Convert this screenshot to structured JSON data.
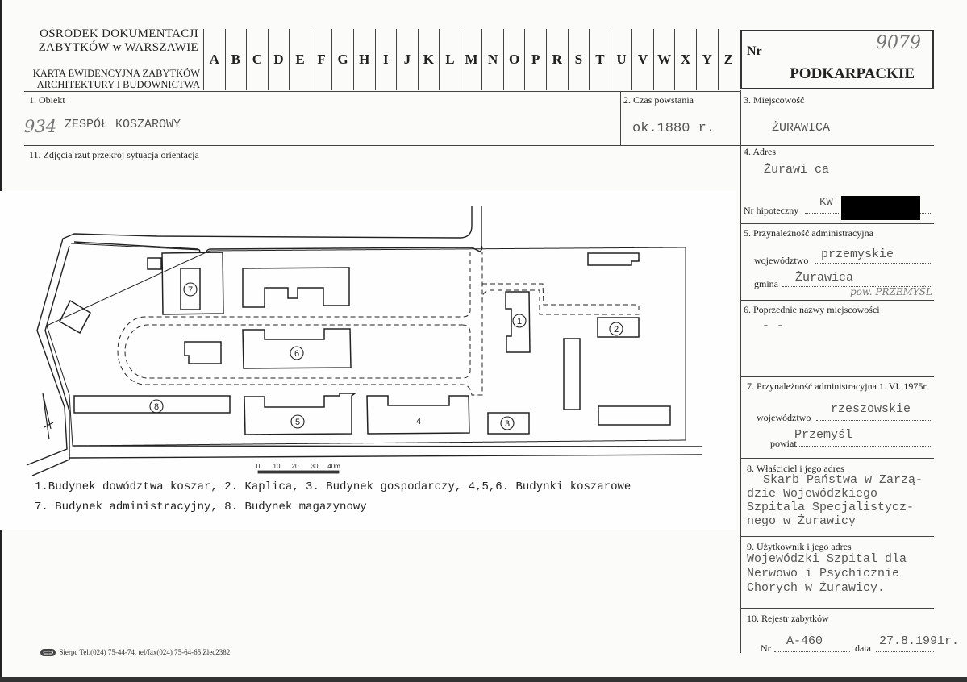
{
  "header": {
    "institution_line1": "OŚRODEK DOKUMENTACJI",
    "institution_line2": "ZABYTKÓW w WARSZAWIE",
    "card_title_line1": "KARTA EWIDENCYJNA ZABYTKÓW",
    "card_title_line2": "ARCHITEKTURY I BUDOWNICTWA",
    "letters": [
      "A",
      "B",
      "C",
      "D",
      "E",
      "F",
      "G",
      "H",
      "I",
      "J",
      "K",
      "L",
      "M",
      "N",
      "O",
      "P",
      "R",
      "S",
      "T",
      "U",
      "V",
      "W",
      "X",
      "Y",
      "Z"
    ],
    "nr_label": "Nr",
    "nr_value": "9079",
    "region": "PODKARPACKIE"
  },
  "fields": {
    "obiekt": {
      "label": "1. Obiekt",
      "number": "934",
      "value": "ZESPÓŁ KOSZAROWY"
    },
    "czas": {
      "label": "2. Czas powstania",
      "value": "ok.1880 r."
    },
    "miejscowosc": {
      "label": "3. Miejscowość",
      "value": "ŻURAWICA"
    },
    "adres": {
      "label": "4. Adres",
      "value": "Żurawi ca",
      "hipoteczny_label": "Nr hipoteczny",
      "hipoteczny_value": "KW"
    },
    "przynaleznosc": {
      "label": "5. Przynależność administracyjna",
      "woj_label": "województwo",
      "woj_value": "przemyskie",
      "gmina_label": "gmina",
      "gmina_value": "Żurawica",
      "gmina_note": "pow. PRZEMYŚL"
    },
    "poprzednie": {
      "label": "6. Poprzednie nazwy miejscowości",
      "value": "- -"
    },
    "przynaleznosc_1975": {
      "label": "7. Przynależność administracyjna 1. VI. 1975r.",
      "woj_label": "województwo",
      "woj_value": "rzeszowskie",
      "powiat_label": "powiat",
      "powiat_value": "Przemyśl"
    },
    "wlasciciel": {
      "label": "8. Właściciel i jego adres",
      "lines": [
        "Skarb Państwa w Zarzą-",
        "dzie Wojewódzkiego",
        "Szpitala Specjalistycz-",
        "nego w Żurawicy"
      ]
    },
    "uzytkownik": {
      "label": "9. Użytkownik i jego adres",
      "lines": [
        "Wojewódzki Szpital dla",
        "Nerwowo i Psychicznie",
        "Chorych w Żurawicy."
      ]
    },
    "rejestr": {
      "label": "10. Rejestr zabytków",
      "nr_label": "Nr",
      "nr_value": "A-460",
      "data_label": "data",
      "data_value": "27.8.1991r."
    }
  },
  "plan": {
    "section_label": "11. Zdjęcia rzut przekrój sytuacja orientacja",
    "building_labels": [
      "1",
      "2",
      "3",
      "4",
      "5",
      "6",
      "7",
      "8"
    ],
    "scale_labels": [
      "0",
      "10",
      "20",
      "30",
      "40m"
    ],
    "legend_line1": "1.Budynek dowództwa koszar, 2. Kaplica, 3. Budynek gospodarczy, 4,5,6. Budynki koszarowe",
    "legend_line2": "7. Budynek administracyjny, 8. Budynek magazynowy"
  },
  "footer": {
    "logo": "OD",
    "text": "Sierpc Tel.(024) 75-44-74, tel/fax(024) 75-64-65 Zlec2382"
  }
}
